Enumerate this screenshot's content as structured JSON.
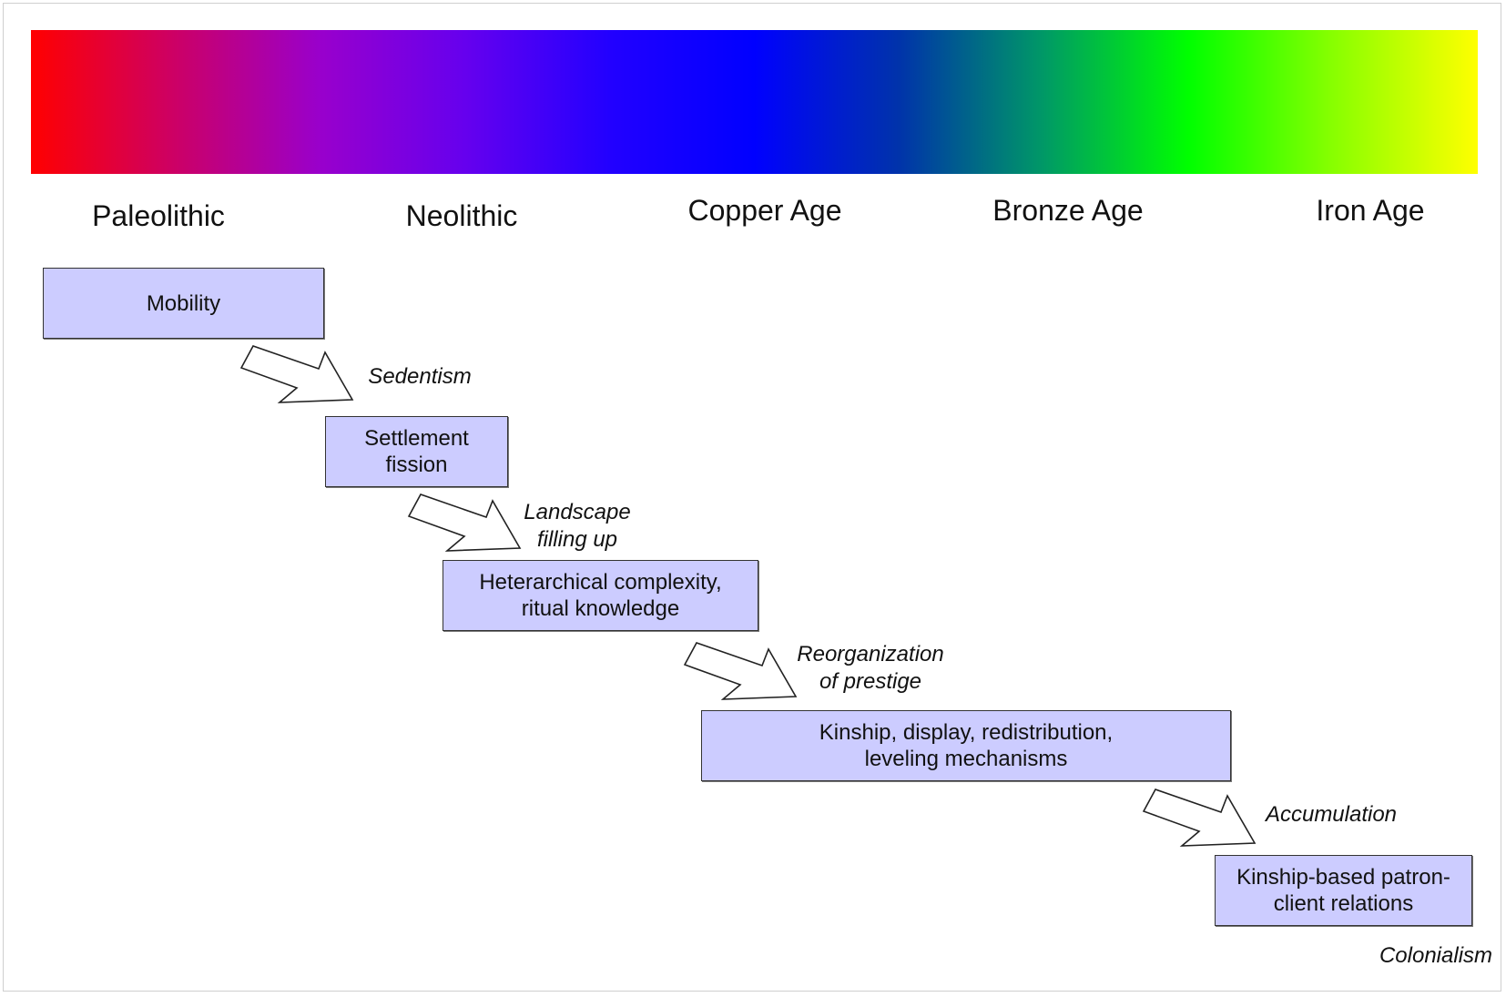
{
  "gradient": {
    "colors": [
      "#ff0000",
      "#cc0066",
      "#9900cc",
      "#6600ee",
      "#2200ff",
      "#0000ff",
      "#0033aa",
      "#009966",
      "#00ff00",
      "#88ff00",
      "#ffff00"
    ]
  },
  "periods": [
    {
      "label": "Paleolithic"
    },
    {
      "label": "Neolithic"
    },
    {
      "label": "Copper Age"
    },
    {
      "label": "Bronze Age"
    },
    {
      "label": "Iron Age"
    }
  ],
  "stages": [
    {
      "label": "Mobility"
    },
    {
      "label": "Settlement\nfission"
    },
    {
      "label": "Heterarchical complexity,\nritual knowledge"
    },
    {
      "label": "Kinship, display, redistribution,\nleveling mechanisms"
    },
    {
      "label": "Kinship-based patron-\nclient relations"
    }
  ],
  "transitions": [
    {
      "label": "Sedentism"
    },
    {
      "label": "Landscape\nfilling up"
    },
    {
      "label": "Reorganization\nof prestige"
    },
    {
      "label": "Accumulation"
    },
    {
      "label": "Colonialism"
    }
  ],
  "colors": {
    "box_fill": "#ccccff",
    "box_border": "#333333",
    "arrow_fill": "#ffffff",
    "arrow_stroke": "#222222"
  }
}
